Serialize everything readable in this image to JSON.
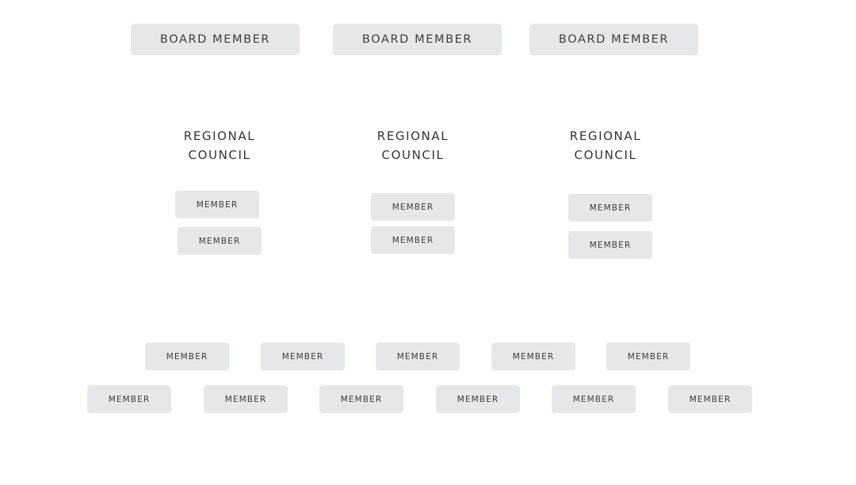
{
  "board": [
    {
      "label": "BOARD MEMBER"
    },
    {
      "label": "BOARD MEMBER"
    },
    {
      "label": "BOARD MEMBER"
    }
  ],
  "councils": [
    {
      "line1": "REGIONAL",
      "line2": "COUNCIL",
      "members": [
        "MEMBER",
        "MEMBER"
      ]
    },
    {
      "line1": "REGIONAL",
      "line2": "COUNCIL",
      "members": [
        "MEMBER",
        "MEMBER"
      ]
    },
    {
      "line1": "REGIONAL",
      "line2": "COUNCIL",
      "members": [
        "MEMBER",
        "MEMBER"
      ]
    }
  ],
  "members_row1": [
    "MEMBER",
    "MEMBER",
    "MEMBER",
    "MEMBER",
    "MEMBER"
  ],
  "members_row2": [
    "MEMBER",
    "MEMBER",
    "MEMBER",
    "MEMBER",
    "MEMBER",
    "MEMBER"
  ],
  "colors": {
    "box_fill": "#e6e7e8",
    "text": "#3d3d3d",
    "background": "#ffffff"
  }
}
